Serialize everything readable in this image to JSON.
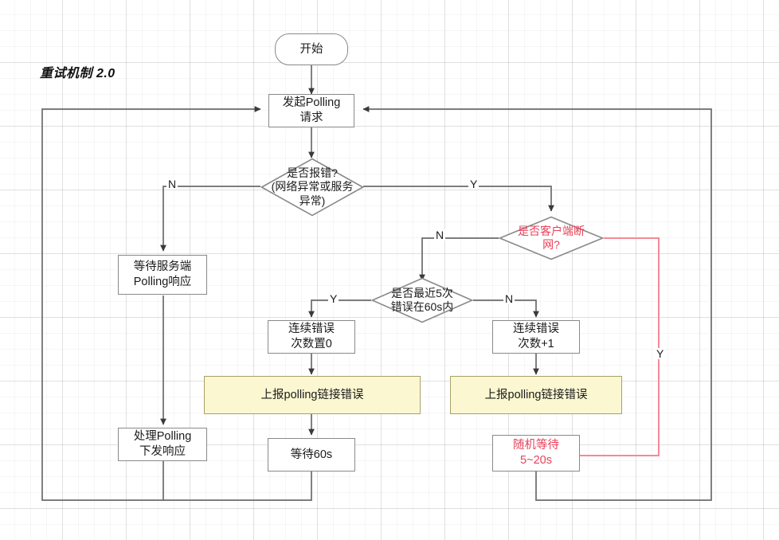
{
  "diagram": {
    "title": "重试机制 2.0",
    "type": "flowchart",
    "colors": {
      "node_stroke": "#8a8a8a",
      "node_fill": "#ffffff",
      "highlight_fill": "#fbf7d1",
      "highlight_stroke": "#a8a06a",
      "accent_red": "#e8415a",
      "edge": "#6b6b6b",
      "grid": "#e2e2e2"
    },
    "nodes": {
      "start": {
        "label": "开始",
        "shape": "terminator"
      },
      "polling_request": {
        "label_line1": "发起Polling",
        "label_line2": "请求",
        "shape": "process"
      },
      "error_check": {
        "label_line1": "是否报错?",
        "label_line2": "(网络异常或服务",
        "label_line3": "异常)",
        "shape": "decision"
      },
      "client_offline": {
        "label_line1": "是否客户端断",
        "label_line2": "网?",
        "shape": "decision",
        "color": "red"
      },
      "five_errors": {
        "label_line1": "是否最近5次",
        "label_line2": "错误在60s内",
        "shape": "decision"
      },
      "wait_server": {
        "label_line1": "等待服务端",
        "label_line2": "Polling响应",
        "shape": "process"
      },
      "handle_polling": {
        "label_line1": "处理Polling",
        "label_line2": "下发响应",
        "shape": "process"
      },
      "reset_count": {
        "label_line1": "连续错误",
        "label_line2": "次数置0",
        "shape": "process"
      },
      "increment_count": {
        "label_line1": "连续错误",
        "label_line2": "次数+1",
        "shape": "process"
      },
      "report_left": {
        "label": "上报polling链接错误",
        "shape": "process",
        "fill": "highlight"
      },
      "report_right": {
        "label": "上报polling链接错误",
        "shape": "process",
        "fill": "highlight"
      },
      "wait_60s": {
        "label": "等待60s",
        "shape": "process"
      },
      "random_wait": {
        "label_line1": "随机等待",
        "label_line2": "5~20s",
        "shape": "process",
        "color": "red"
      }
    },
    "edge_labels": {
      "error_no": "N",
      "error_yes": "Y",
      "offline_no": "N",
      "offline_yes": "Y",
      "five_yes": "Y",
      "five_no": "N"
    }
  }
}
